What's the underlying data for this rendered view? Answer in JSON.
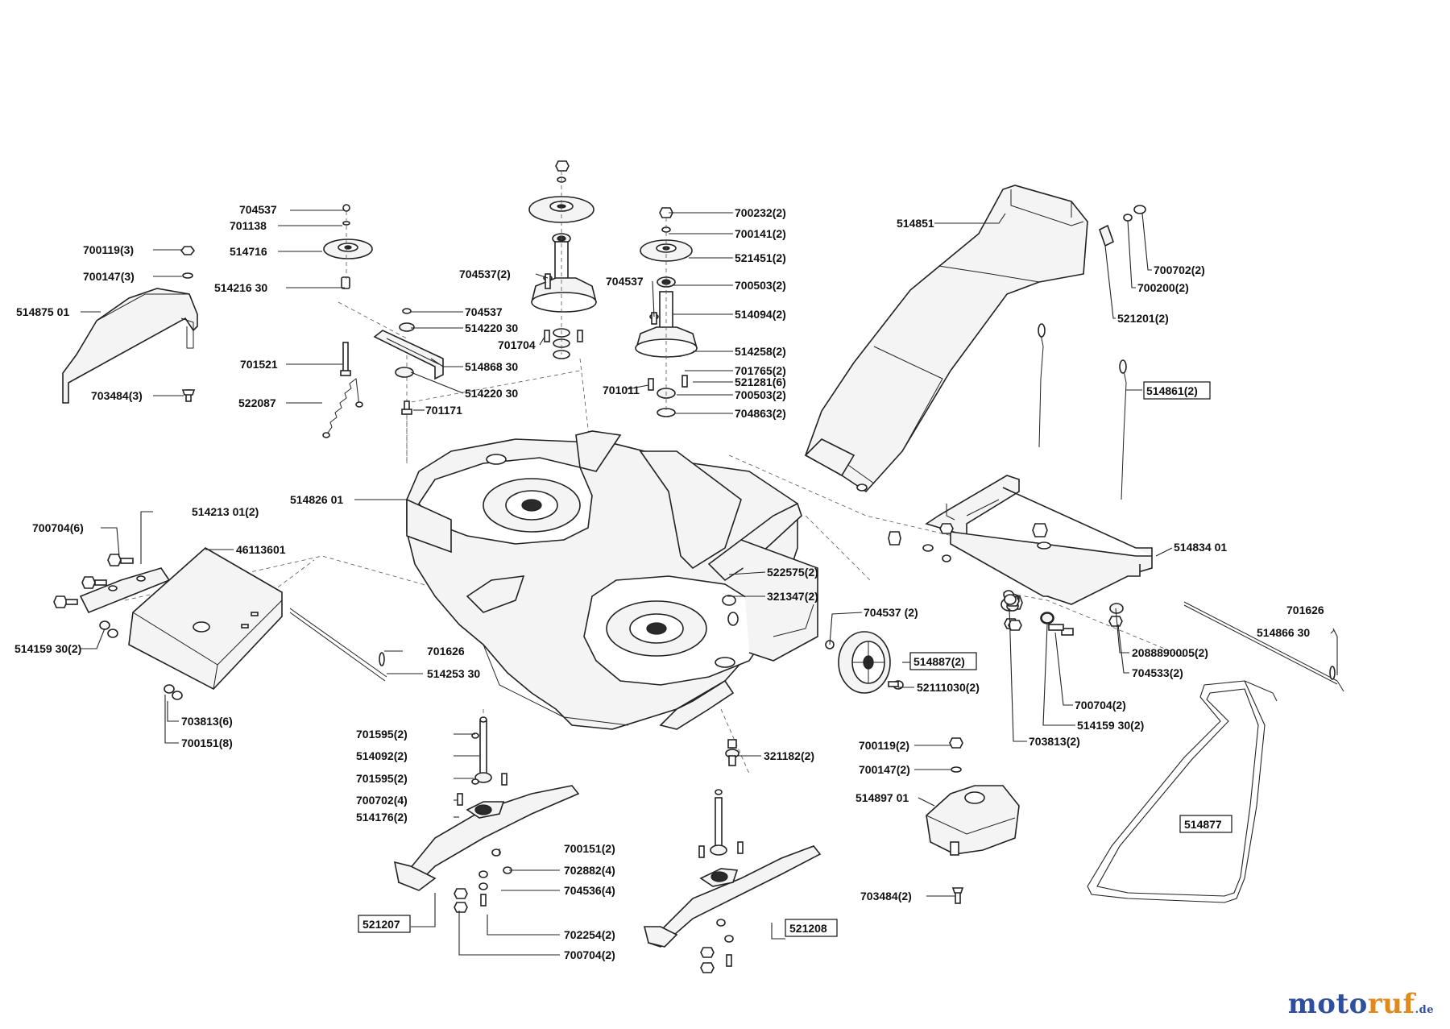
{
  "diagram": {
    "labels": [
      {
        "id": "l1",
        "text": "704537"
      },
      {
        "id": "l2",
        "text": "701138"
      },
      {
        "id": "l3",
        "text": "700119(3)"
      },
      {
        "id": "l4",
        "text": "514716"
      },
      {
        "id": "l5",
        "text": "700147(3)"
      },
      {
        "id": "l6",
        "text": "514216 30"
      },
      {
        "id": "l7",
        "text": "514875 01"
      },
      {
        "id": "l8",
        "text": "704537"
      },
      {
        "id": "l9",
        "text": "514220 30"
      },
      {
        "id": "l10",
        "text": "701521"
      },
      {
        "id": "l11",
        "text": "514868 30"
      },
      {
        "id": "l12",
        "text": "703484(3)"
      },
      {
        "id": "l13",
        "text": "514220 30"
      },
      {
        "id": "l14",
        "text": "522087"
      },
      {
        "id": "l15",
        "text": "701171"
      },
      {
        "id": "l16",
        "text": "704537(2)"
      },
      {
        "id": "l17",
        "text": "701704"
      },
      {
        "id": "l18",
        "text": "704537"
      },
      {
        "id": "l19",
        "text": "701011"
      },
      {
        "id": "l20",
        "text": "700232(2)"
      },
      {
        "id": "l21",
        "text": "700141(2)"
      },
      {
        "id": "l22",
        "text": "521451(2)"
      },
      {
        "id": "l23",
        "text": "700503(2)"
      },
      {
        "id": "l24",
        "text": "514094(2)"
      },
      {
        "id": "l25",
        "text": "514258(2)"
      },
      {
        "id": "l26",
        "text": "701765(2)"
      },
      {
        "id": "l27",
        "text": "521281(6)"
      },
      {
        "id": "l28",
        "text": "700503(2)"
      },
      {
        "id": "l29",
        "text": "704863(2)"
      },
      {
        "id": "l30",
        "text": "514851"
      },
      {
        "id": "l31",
        "text": "700702(2)"
      },
      {
        "id": "l32",
        "text": "700200(2)"
      },
      {
        "id": "l33",
        "text": "521201(2)"
      },
      {
        "id": "l34",
        "text": "514861(2)"
      },
      {
        "id": "l35",
        "text": "514826 01"
      },
      {
        "id": "l36",
        "text": "514213 01(2)"
      },
      {
        "id": "l37",
        "text": "700704(6)"
      },
      {
        "id": "l38",
        "text": "46113601"
      },
      {
        "id": "l39",
        "text": "514159 30(2)"
      },
      {
        "id": "l40",
        "text": "701626"
      },
      {
        "id": "l41",
        "text": "514253 30"
      },
      {
        "id": "l42",
        "text": "703813(6)"
      },
      {
        "id": "l43",
        "text": "700151(8)"
      },
      {
        "id": "l44",
        "text": "522575(2)"
      },
      {
        "id": "l45",
        "text": "321347(2)"
      },
      {
        "id": "l46",
        "text": "704537 (2)"
      },
      {
        "id": "l47",
        "text": "514887(2)"
      },
      {
        "id": "l48",
        "text": "52111030(2)"
      },
      {
        "id": "l49",
        "text": "514834 01"
      },
      {
        "id": "l50",
        "text": "701626"
      },
      {
        "id": "l51",
        "text": "514866 30"
      },
      {
        "id": "l52",
        "text": "2088890005(2)"
      },
      {
        "id": "l53",
        "text": "704533(2)"
      },
      {
        "id": "l54",
        "text": "700704(2)"
      },
      {
        "id": "l55",
        "text": "514159 30(2)"
      },
      {
        "id": "l56",
        "text": "703813(2)"
      },
      {
        "id": "l57",
        "text": "701595(2)"
      },
      {
        "id": "l58",
        "text": "514092(2)"
      },
      {
        "id": "l59",
        "text": "701595(2)"
      },
      {
        "id": "l60",
        "text": "700702(4)"
      },
      {
        "id": "l61",
        "text": "514176(2)"
      },
      {
        "id": "l62",
        "text": "700151(2)"
      },
      {
        "id": "l63",
        "text": "702882(4)"
      },
      {
        "id": "l64",
        "text": "704536(4)"
      },
      {
        "id": "l65",
        "text": "702254(2)"
      },
      {
        "id": "l66",
        "text": "700704(2)"
      },
      {
        "id": "l67",
        "text": "521207"
      },
      {
        "id": "l68",
        "text": "321182(2)"
      },
      {
        "id": "l69",
        "text": "700119(2)"
      },
      {
        "id": "l70",
        "text": "700147(2)"
      },
      {
        "id": "l71",
        "text": "514897 01"
      },
      {
        "id": "l72",
        "text": "703484(2)"
      },
      {
        "id": "l73",
        "text": "521208"
      },
      {
        "id": "l74",
        "text": "514877"
      }
    ]
  },
  "watermark": {
    "part1": "moto",
    "part2": "ruf",
    "part3": ".de"
  },
  "colors": {
    "watermark_blue": "#2f4f9e",
    "watermark_orange": "#e08a1c"
  }
}
